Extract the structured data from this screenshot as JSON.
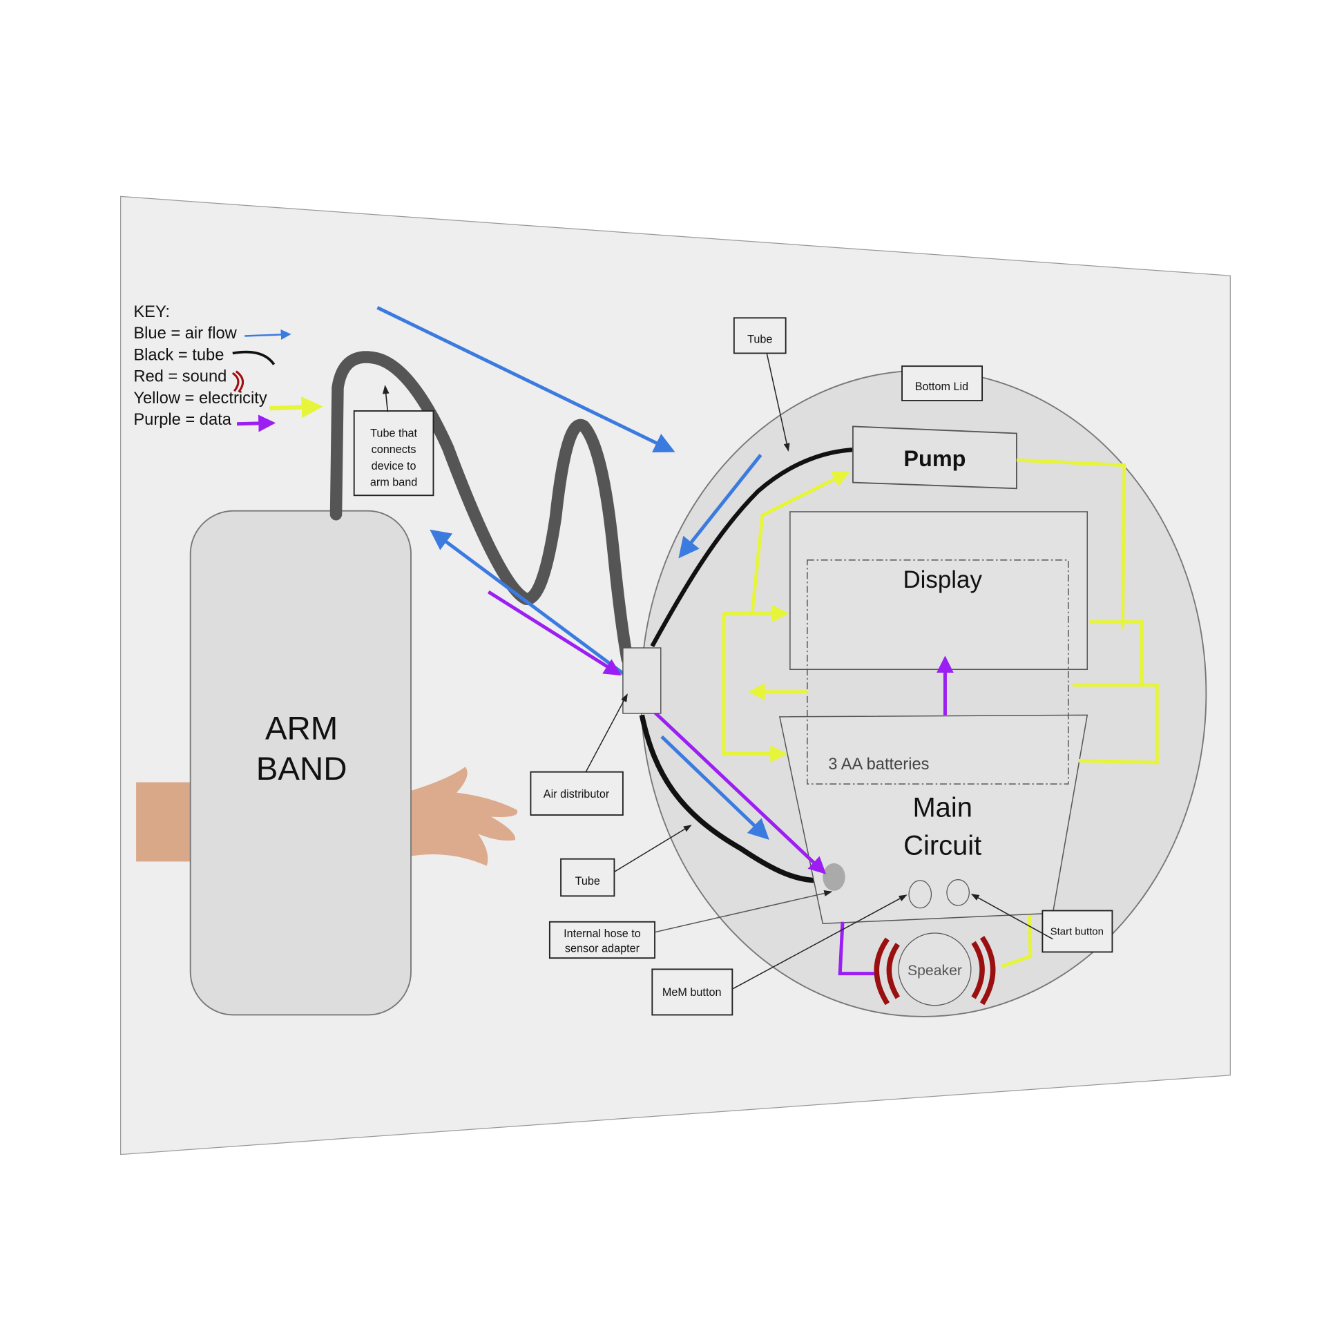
{
  "key": {
    "title": "KEY:",
    "items": [
      {
        "label": "Blue = air flow",
        "color": "#3b7be0"
      },
      {
        "label": "Black = tube",
        "color": "#111111"
      },
      {
        "label": "Red = sound",
        "color": "#a01010"
      },
      {
        "label": "Yellow = electricity",
        "color": "#e6f53a"
      },
      {
        "label": "Purple = data",
        "color": "#9b1ff2"
      }
    ]
  },
  "arm_band": {
    "line1": "ARM",
    "line2": "BAND"
  },
  "tube_label": {
    "lines": [
      "Tube that",
      "connects",
      "device to",
      "arm band"
    ]
  },
  "device": {
    "pump": "Pump",
    "display": "Display",
    "batteries": "3 AA batteries",
    "main_circuit_1": "Main",
    "main_circuit_2": "Circuit",
    "speaker": "Speaker"
  },
  "callouts": {
    "tube_top": "Tube",
    "bottom_lid": "Bottom Lid",
    "air_distributor": "Air distributor",
    "tube_bottom": "Tube",
    "internal_hose_1": "Internal hose to",
    "internal_hose_2": "sensor adapter",
    "mem_button": "MeM button",
    "start_button": "Start button"
  }
}
